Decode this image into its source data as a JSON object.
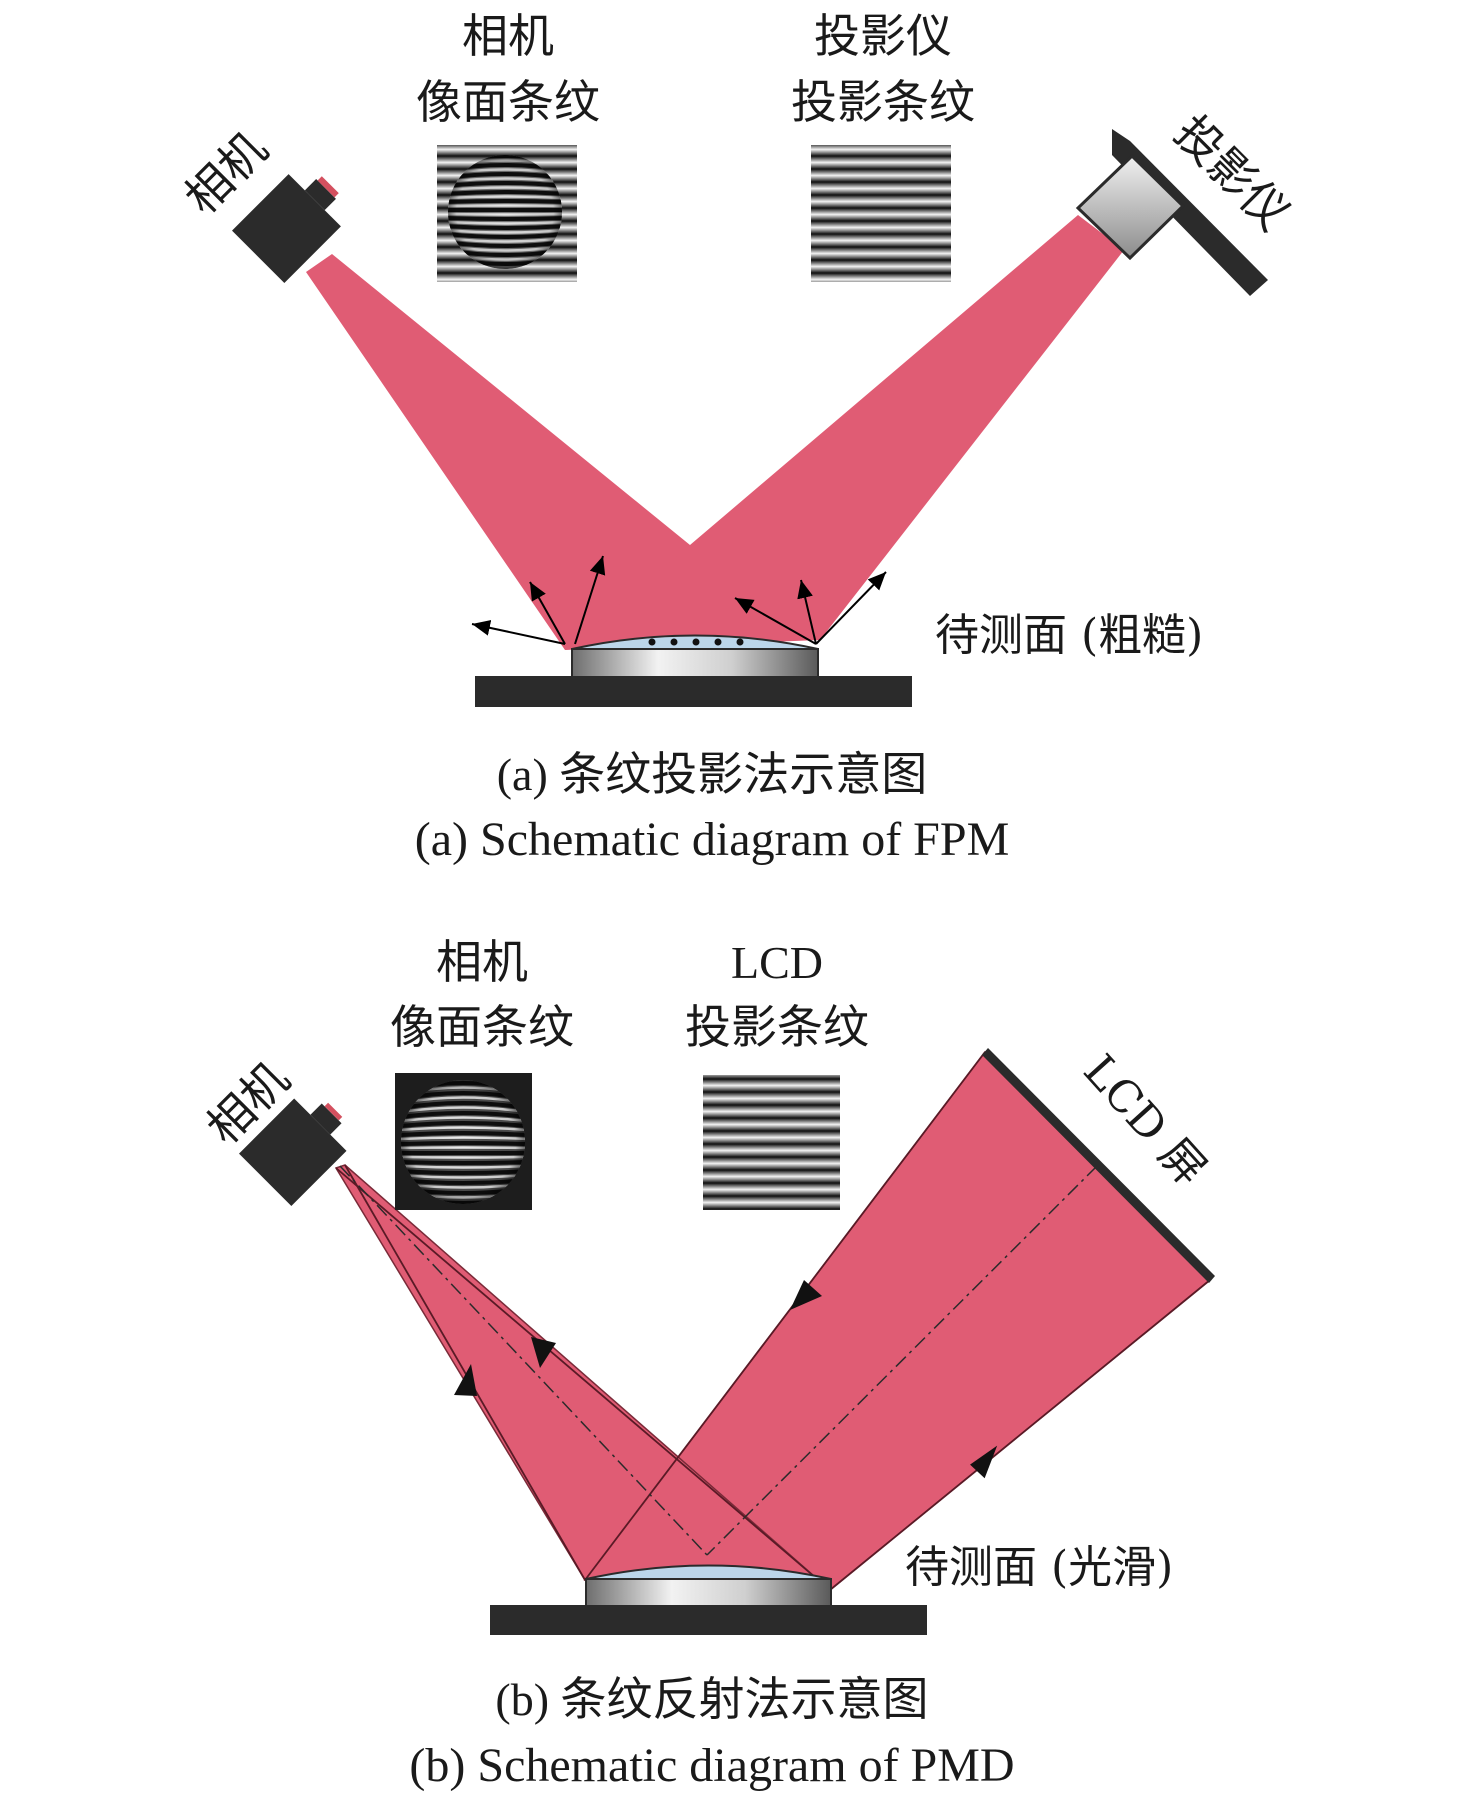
{
  "panel_a": {
    "camera_label": "相机",
    "camera_image_title_1": "相机",
    "camera_image_title_2": "像面条纹",
    "projector_image_title_1": "投影仪",
    "projector_image_title_2": "投影条纹",
    "projector_label": "投影仪",
    "surface_label": "待测面 (粗糙)",
    "caption_cn": "(a) 条纹投影法示意图",
    "caption_en": "(a) Schematic diagram of FPM"
  },
  "panel_b": {
    "camera_label": "相机",
    "camera_image_title_1": "相机",
    "camera_image_title_2": "像面条纹",
    "lcd_image_title_1": "LCD",
    "lcd_image_title_2": "投影条纹",
    "lcd_label": "LCD 屏",
    "surface_label": "待测面 (光滑)",
    "caption_cn": "(b) 条纹反射法示意图",
    "caption_en": "(b) Schematic diagram of PMD"
  },
  "colors": {
    "beam": "#e05c74",
    "device": "#2b2b2b",
    "lens_blue": "#bcd6ea"
  }
}
